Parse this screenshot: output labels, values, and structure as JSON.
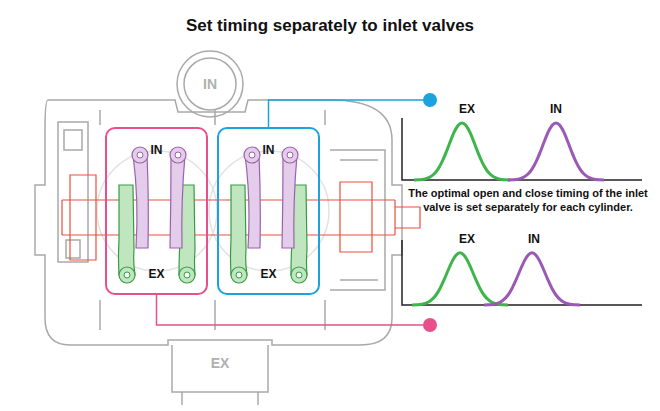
{
  "diagram": {
    "title": "Set timing separately to inlet valves",
    "nodes": [
      {
        "text": [
          "IN",
          "EX"
        ]
      },
      {
        "text": [
          "IN",
          "EX"
        ]
      },
      {
        "text": [
          "EX",
          "IN"
        ]
      },
      {
        "text": [
          "EX",
          "IN"
        ]
      }
    ],
    "edges": [
      {
        "from": 1,
        "to": 2,
        "arrow": "none"
      },
      {
        "from": 0,
        "to": 3,
        "arrow": "none"
      }
    ],
    "labels": [
      "IN",
      "EX",
      "The optimal open and close timing of the inlet valve is set separately for each cylinder."
    ]
  }
}
